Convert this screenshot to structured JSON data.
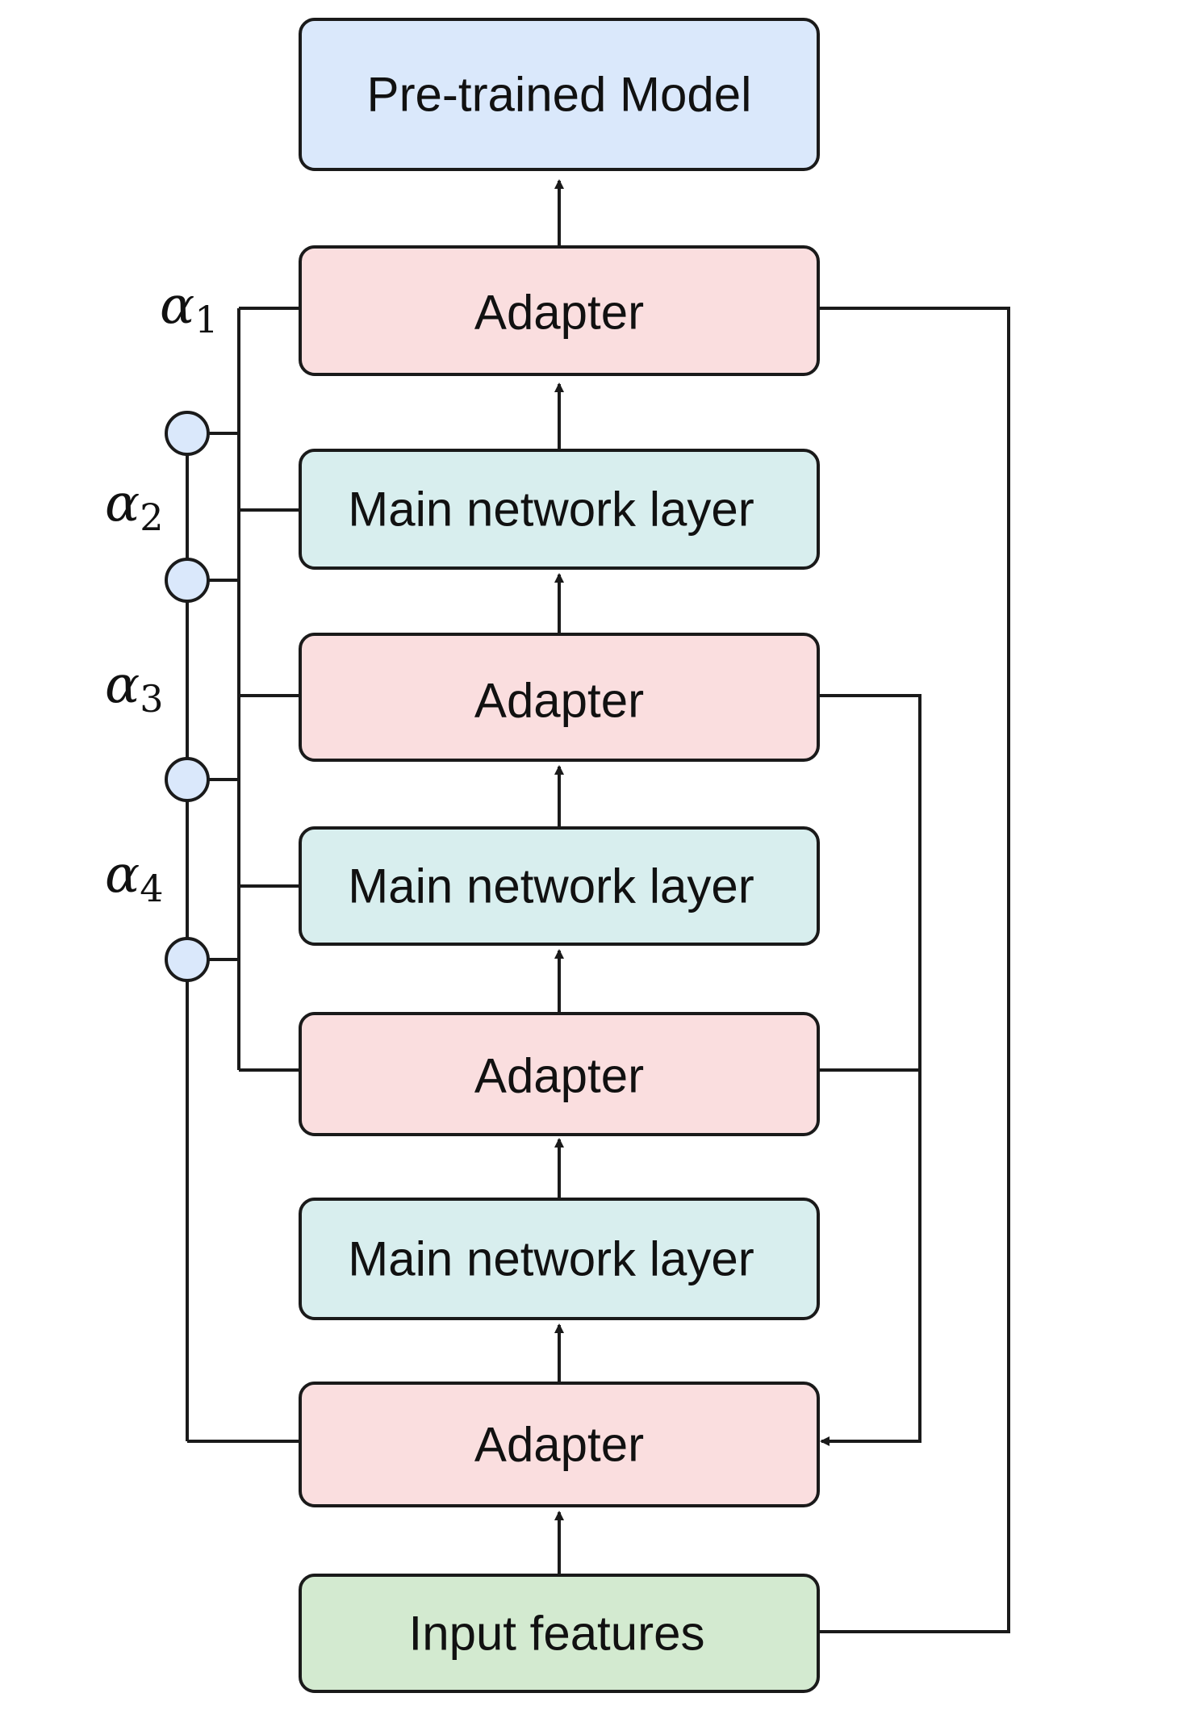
{
  "colors": {
    "pretrained": "#dae8fb",
    "adapter": "#fadedf",
    "main": "#d8eeee",
    "input": "#d3ead0",
    "gate": "#dae8fb",
    "line": "#1a1a1a"
  },
  "nodes": {
    "pretrained": "Pre-trained Model",
    "adapter_1": "Adapter",
    "main_1": "Main network layer",
    "adapter_2": "Adapter",
    "main_2": "Main network layer",
    "adapter_3": "Adapter",
    "main_3": "Main network layer",
    "adapter_4": "Adapter",
    "input": "Input features"
  },
  "alphas": [
    {
      "symbol": "α",
      "sub": "1"
    },
    {
      "symbol": "α",
      "sub": "2"
    },
    {
      "symbol": "α",
      "sub": "3"
    },
    {
      "symbol": "α",
      "sub": "4"
    }
  ]
}
